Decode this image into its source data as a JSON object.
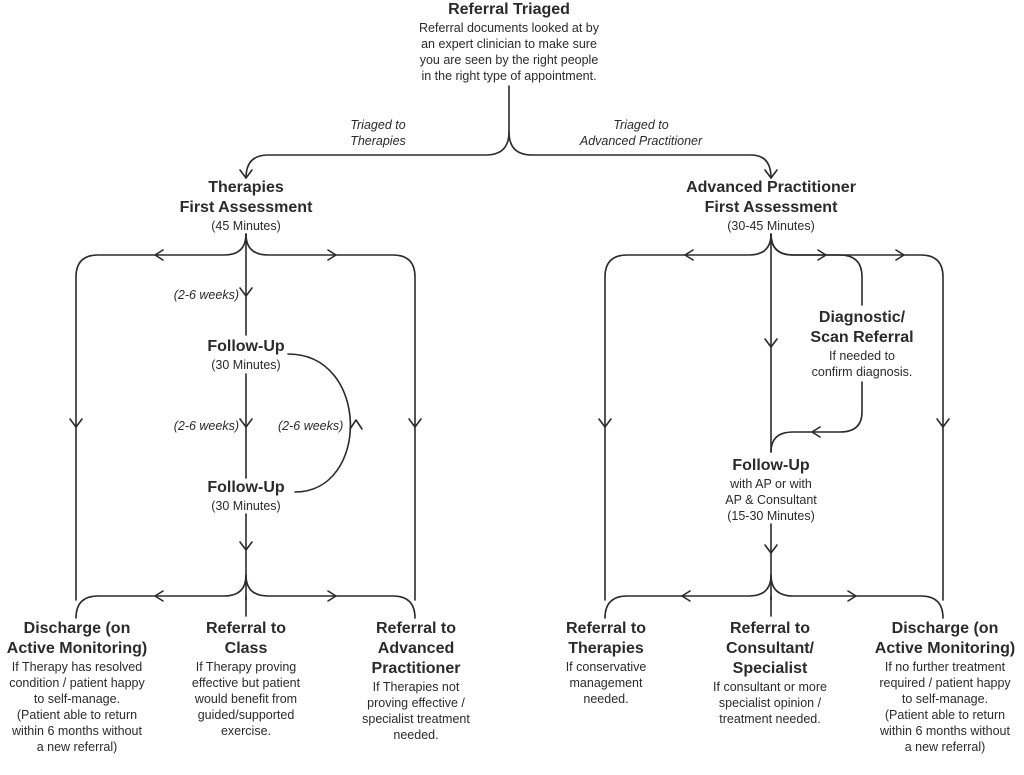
{
  "colors": {
    "ink": "#2b2b2b",
    "background": "#ffffff"
  },
  "nodes": {
    "referral_triaged": {
      "title": "Referral Triaged",
      "desc": [
        "Referral documents looked at by",
        "an expert clinician to make sure",
        "you are seen by the right people",
        "in the right type of appointment."
      ]
    },
    "therapies_first": {
      "title": [
        "Therapies",
        "First Assessment"
      ],
      "desc": [
        "(45 Minutes)"
      ]
    },
    "ap_first": {
      "title": [
        "Advanced Practitioner",
        "First Assessment"
      ],
      "desc": [
        "(30-45 Minutes)"
      ]
    },
    "followup_1": {
      "title": [
        "Follow-Up"
      ],
      "desc": [
        "(30 Minutes)"
      ]
    },
    "followup_2": {
      "title": [
        "Follow-Up"
      ],
      "desc": [
        "(30 Minutes)"
      ]
    },
    "diagnostic": {
      "title": [
        "Diagnostic/",
        "Scan Referral"
      ],
      "desc": [
        "If needed to",
        "confirm diagnosis."
      ]
    },
    "followup_ap": {
      "title": [
        "Follow-Up"
      ],
      "desc": [
        "with AP or with",
        "AP & Consultant",
        "(15-30 Minutes)"
      ]
    },
    "discharge_left": {
      "title": [
        "Discharge (on",
        "Active Monitoring)"
      ],
      "desc": [
        "If Therapy has resolved",
        "condition / patient happy",
        "to self-manage.",
        "(Patient able to return",
        "within 6 months without",
        "a new referral)"
      ]
    },
    "referral_class": {
      "title": [
        "Referral to",
        "Class"
      ],
      "desc": [
        "If Therapy proving",
        "effective but patient",
        "would benefit from",
        "guided/supported",
        "exercise."
      ]
    },
    "referral_ap": {
      "title": [
        "Referral to",
        "Advanced",
        "Practitioner"
      ],
      "desc": [
        "If Therapies not",
        "proving effective /",
        "specialist treatment",
        "needed."
      ]
    },
    "referral_therapies": {
      "title": [
        "Referral to",
        "Therapies"
      ],
      "desc": [
        "If conservative",
        "management",
        "needed."
      ]
    },
    "referral_consultant": {
      "title": [
        "Referral to",
        "Consultant/",
        "Specialist"
      ],
      "desc": [
        "If consultant or more",
        "specialist opinion /",
        "treatment needed."
      ]
    },
    "discharge_right": {
      "title": [
        "Discharge (on",
        "Active Monitoring)"
      ],
      "desc": [
        "If no further treatment",
        "required / patient happy",
        "to self-manage.",
        "(Patient able to return",
        "within 6 months without",
        "a new referral)"
      ]
    }
  },
  "labels": {
    "triaged_therapies": [
      "Triaged to",
      "Therapies"
    ],
    "triaged_ap": [
      "Triaged to",
      "Advanced Practitioner"
    ],
    "weeks_1": "(2-6 weeks)",
    "weeks_2": "(2-6 weeks)",
    "weeks_3": "(2-6 weeks)"
  }
}
